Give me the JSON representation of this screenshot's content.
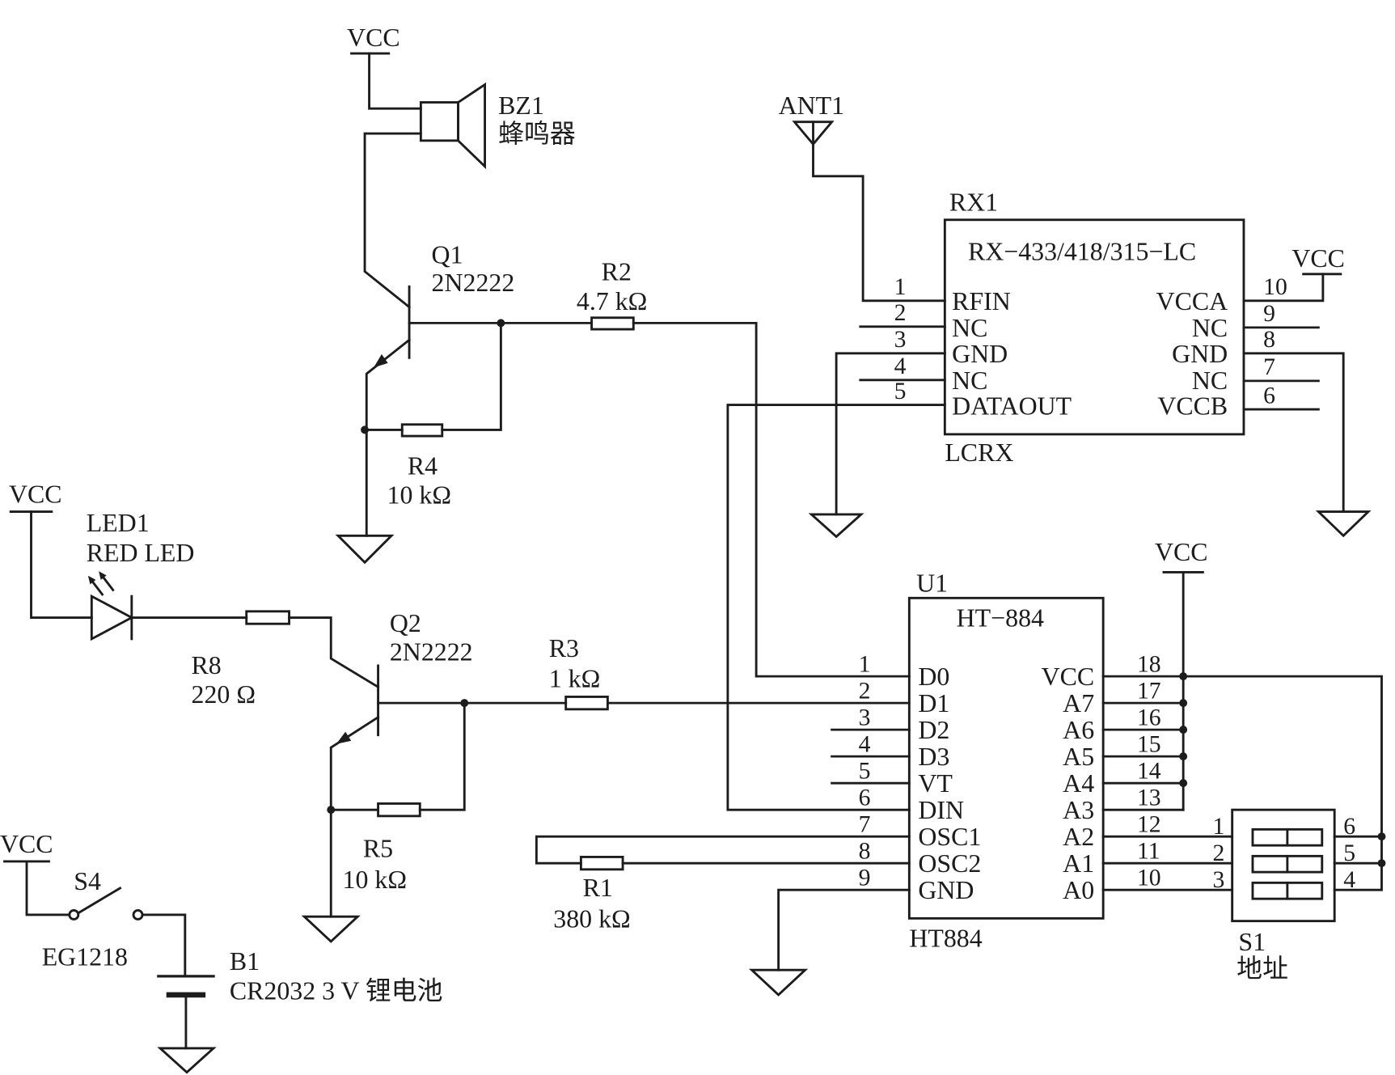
{
  "power": {
    "vcc": "VCC"
  },
  "buzzer": {
    "ref": "BZ1",
    "name": "蜂鸣器"
  },
  "q1": {
    "ref": "Q1",
    "part": "2N2222"
  },
  "r2": {
    "ref": "R2",
    "value": "4.7 kΩ"
  },
  "r4": {
    "ref": "R4",
    "value": "10 kΩ"
  },
  "antenna": {
    "ref": "ANT1"
  },
  "rx1": {
    "ref": "RX1",
    "part": "RX−433/418/315−LC",
    "package": "LCRX",
    "left_pins": [
      {
        "num": "1",
        "name": "RFIN"
      },
      {
        "num": "2",
        "name": "NC"
      },
      {
        "num": "3",
        "name": "GND"
      },
      {
        "num": "4",
        "name": "NC"
      },
      {
        "num": "5",
        "name": "DATAOUT"
      }
    ],
    "right_pins": [
      {
        "num": "10",
        "name": "VCCA"
      },
      {
        "num": "9",
        "name": "NC"
      },
      {
        "num": "8",
        "name": "GND"
      },
      {
        "num": "7",
        "name": "NC"
      },
      {
        "num": "6",
        "name": "VCCB"
      }
    ]
  },
  "led1": {
    "ref": "LED1",
    "desc": "RED LED"
  },
  "r8": {
    "ref": "R8",
    "value": "220 Ω"
  },
  "q2": {
    "ref": "Q2",
    "part": "2N2222"
  },
  "r3": {
    "ref": "R3",
    "value": "1 kΩ"
  },
  "r5": {
    "ref": "R5",
    "value": "10 kΩ"
  },
  "u1": {
    "ref": "U1",
    "part": "HT−884",
    "package": "HT884",
    "left_pins": [
      {
        "num": "1",
        "name": "D0"
      },
      {
        "num": "2",
        "name": "D1"
      },
      {
        "num": "3",
        "name": "D2"
      },
      {
        "num": "4",
        "name": "D3"
      },
      {
        "num": "5",
        "name": "VT"
      },
      {
        "num": "6",
        "name": "DIN"
      },
      {
        "num": "7",
        "name": "OSC1"
      },
      {
        "num": "8",
        "name": "OSC2"
      },
      {
        "num": "9",
        "name": "GND"
      }
    ],
    "right_pins": [
      {
        "num": "18",
        "name": "VCC"
      },
      {
        "num": "17",
        "name": "A7"
      },
      {
        "num": "16",
        "name": "A6"
      },
      {
        "num": "15",
        "name": "A5"
      },
      {
        "num": "14",
        "name": "A4"
      },
      {
        "num": "13",
        "name": "A3"
      },
      {
        "num": "12",
        "name": "A2"
      },
      {
        "num": "11",
        "name": "A1"
      },
      {
        "num": "10",
        "name": "A0"
      }
    ]
  },
  "r1": {
    "ref": "R1",
    "value": "380 kΩ"
  },
  "s1": {
    "ref": "S1",
    "desc": "地址",
    "left_pins": [
      "1",
      "2",
      "3"
    ],
    "right_pins": [
      "6",
      "5",
      "4"
    ]
  },
  "s4": {
    "ref": "S4",
    "part": "EG1218"
  },
  "b1": {
    "ref": "B1",
    "desc": "CR2032 3 V 锂电池"
  }
}
